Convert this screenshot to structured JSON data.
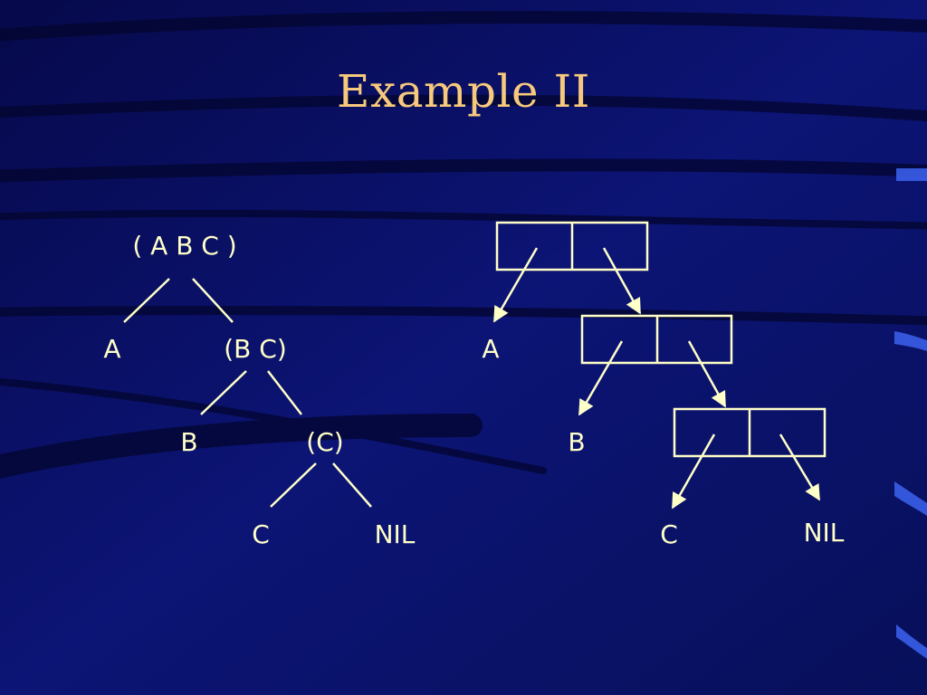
{
  "slide": {
    "title": "Example II"
  },
  "tree": {
    "root": "( A B C )",
    "level1": {
      "left": "A",
      "right": "(B C)"
    },
    "level2": {
      "left": "B",
      "right": "(C)"
    },
    "level3": {
      "left": "C",
      "right": "NIL"
    }
  },
  "cons_cells": {
    "cell1_car": "A",
    "cell2_car": "B",
    "cell3_car": "C",
    "cell3_cdr": "NIL"
  },
  "colors": {
    "background": "#0a1068",
    "title": "#f7c97c",
    "diagram": "#ffffc8"
  }
}
